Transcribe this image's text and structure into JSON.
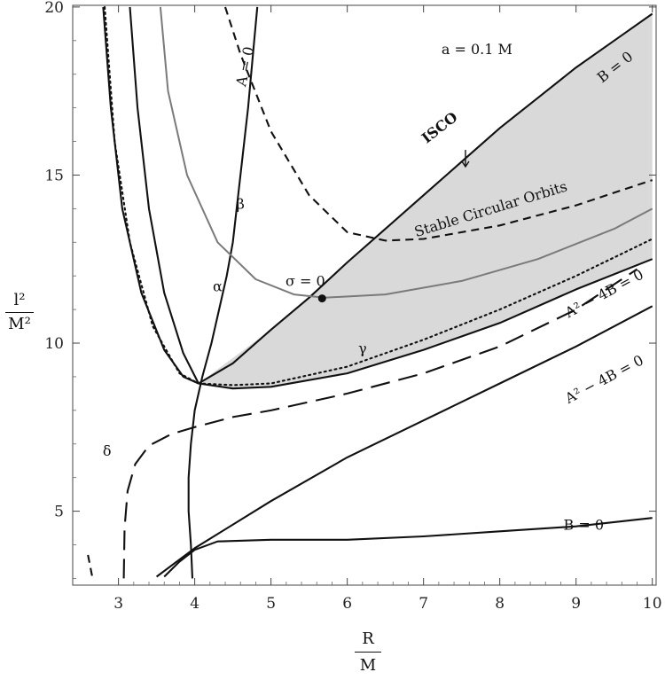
{
  "chart_data": {
    "type": "line",
    "title": "",
    "xlabel_num": "R",
    "xlabel_den": "M",
    "ylabel_num": "l²",
    "ylabel_den": "M²",
    "xlim": [
      2.4,
      10.05
    ],
    "ylim": [
      2.8,
      20.05
    ],
    "xticks": [
      3,
      4,
      5,
      6,
      7,
      8,
      9,
      10
    ],
    "yticks": [
      5,
      10,
      15,
      20
    ],
    "grid": false,
    "colors": {
      "black": "#111111",
      "gray": "#7a7a7a",
      "shade": "#d9d9d9"
    },
    "stable_region": {
      "label": "Stable Circular Orbits",
      "upper": [
        [
          4.05,
          8.8
        ],
        [
          5,
          10.4
        ],
        [
          6,
          12.4
        ],
        [
          7,
          14.4
        ],
        [
          8,
          16.4
        ],
        [
          9,
          18.2
        ],
        [
          10,
          19.8
        ]
      ],
      "lower": [
        [
          4.05,
          8.8
        ],
        [
          4.5,
          8.65
        ],
        [
          5,
          8.7
        ],
        [
          6,
          9.1
        ],
        [
          7,
          9.8
        ],
        [
          8,
          10.6
        ],
        [
          9,
          11.6
        ],
        [
          10,
          12.5
        ]
      ]
    },
    "series": [
      {
        "name": "B = 0",
        "style": "solid",
        "color": "#111111",
        "points": [
          [
            4.05,
            8.8
          ],
          [
            4.5,
            9.4
          ],
          [
            5,
            10.4
          ],
          [
            5.5,
            11.35
          ],
          [
            6,
            12.4
          ],
          [
            6.5,
            13.4
          ],
          [
            7,
            14.4
          ],
          [
            7.5,
            15.4
          ],
          [
            8,
            16.4
          ],
          [
            8.5,
            17.3
          ],
          [
            9,
            18.2
          ],
          [
            9.5,
            19.0
          ],
          [
            10,
            19.8
          ]
        ]
      },
      {
        "name": "B = 0",
        "style": "solid",
        "color": "#111111",
        "points": [
          [
            3.6,
            3.05
          ],
          [
            3.8,
            3.5
          ],
          [
            4.0,
            3.85
          ],
          [
            4.3,
            4.1
          ],
          [
            5,
            4.15
          ],
          [
            6,
            4.15
          ],
          [
            7,
            4.25
          ],
          [
            8,
            4.4
          ],
          [
            9,
            4.55
          ],
          [
            10,
            4.8
          ]
        ]
      },
      {
        "name": "A = 0",
        "style": "solid",
        "color": "#111111",
        "points": [
          [
            3.97,
            3.0
          ],
          [
            3.95,
            4.0
          ],
          [
            3.92,
            5.0
          ],
          [
            3.92,
            6.0
          ],
          [
            3.95,
            7.0
          ],
          [
            4.0,
            8.0
          ],
          [
            4.1,
            9.0
          ],
          [
            4.22,
            10.0
          ],
          [
            4.32,
            11.0
          ],
          [
            4.42,
            12.0
          ],
          [
            4.5,
            13.0
          ],
          [
            4.6,
            15.0
          ],
          [
            4.7,
            17.0
          ],
          [
            4.78,
            19.0
          ],
          [
            4.82,
            20.0
          ]
        ]
      },
      {
        "name": "A² − 4B = 0",
        "style": "solid",
        "color": "#111111",
        "points": [
          [
            4.05,
            8.8
          ],
          [
            4.5,
            8.65
          ],
          [
            5,
            8.7
          ],
          [
            6,
            9.1
          ],
          [
            7,
            9.8
          ],
          [
            8,
            10.6
          ],
          [
            9,
            11.6
          ],
          [
            10,
            12.5
          ]
        ]
      },
      {
        "name": "A² − 4B = 0",
        "style": "solid",
        "color": "#111111",
        "points": [
          [
            3.5,
            3.05
          ],
          [
            4,
            3.9
          ],
          [
            5,
            5.3
          ],
          [
            6,
            6.6
          ],
          [
            7,
            7.7
          ],
          [
            8,
            8.8
          ],
          [
            9,
            9.9
          ],
          [
            10,
            11.1
          ]
        ]
      },
      {
        "name": "",
        "style": "solid",
        "color": "#111111",
        "points": [
          [
            2.8,
            20
          ],
          [
            2.9,
            17
          ],
          [
            3.05,
            14
          ],
          [
            3.3,
            11.5
          ],
          [
            3.6,
            9.8
          ],
          [
            3.85,
            9.0
          ],
          [
            4.05,
            8.8
          ]
        ]
      },
      {
        "name": "",
        "style": "solid",
        "color": "#111111",
        "points": [
          [
            3.15,
            20
          ],
          [
            3.25,
            17
          ],
          [
            3.4,
            14
          ],
          [
            3.6,
            11.5
          ],
          [
            3.85,
            9.7
          ],
          [
            4.05,
            8.8
          ]
        ]
      },
      {
        "name": "",
        "style": "solid",
        "color": "#7a7a7a",
        "points": [
          [
            3.55,
            20
          ],
          [
            3.65,
            17.5
          ],
          [
            3.9,
            15
          ],
          [
            4.3,
            13
          ],
          [
            4.8,
            11.9
          ],
          [
            5.3,
            11.45
          ],
          [
            5.7,
            11.35
          ],
          [
            6.5,
            11.45
          ],
          [
            7.5,
            11.85
          ],
          [
            8.5,
            12.5
          ],
          [
            9.5,
            13.4
          ],
          [
            10,
            14.0
          ]
        ]
      },
      {
        "name": "",
        "style": "dashed",
        "color": "#111111",
        "points": [
          [
            4.4,
            20
          ],
          [
            4.6,
            18.6
          ],
          [
            5,
            16.3
          ],
          [
            5.5,
            14.4
          ],
          [
            6,
            13.3
          ],
          [
            6.5,
            13.05
          ],
          [
            7,
            13.1
          ],
          [
            8,
            13.5
          ],
          [
            9,
            14.1
          ],
          [
            10,
            14.85
          ]
        ]
      },
      {
        "name": "",
        "style": "dotted",
        "color": "#111111",
        "points": [
          [
            2.82,
            20
          ],
          [
            2.95,
            16
          ],
          [
            3.15,
            13
          ],
          [
            3.45,
            10.5
          ],
          [
            3.8,
            9.1
          ],
          [
            4.05,
            8.8
          ],
          [
            4.5,
            8.75
          ],
          [
            5,
            8.8
          ],
          [
            6,
            9.3
          ],
          [
            7,
            10.1
          ],
          [
            8,
            11.0
          ],
          [
            9,
            12.0
          ],
          [
            10,
            13.1
          ]
        ]
      },
      {
        "name": "",
        "style": "longdash",
        "color": "#111111",
        "points": [
          [
            3.07,
            3.0
          ],
          [
            3.08,
            4.5
          ],
          [
            3.12,
            5.6
          ],
          [
            3.22,
            6.4
          ],
          [
            3.4,
            6.95
          ],
          [
            3.7,
            7.3
          ],
          [
            4.0,
            7.5
          ],
          [
            4.5,
            7.8
          ],
          [
            5,
            8.0
          ],
          [
            6,
            8.5
          ],
          [
            7,
            9.1
          ],
          [
            8,
            9.9
          ],
          [
            9,
            11.0
          ],
          [
            9.8,
            12.2
          ]
        ]
      },
      {
        "name": "",
        "style": "dashed",
        "color": "#111111",
        "points": [
          [
            2.6,
            3.7
          ],
          [
            2.66,
            3.0
          ]
        ]
      }
    ],
    "isco_point": {
      "x": 5.67,
      "y": 11.33
    },
    "annotations": [
      {
        "text": "a = 0.1 M",
        "x": 7.7,
        "y": 18.6,
        "rotate": 0,
        "bold": false
      },
      {
        "text": "B = 0",
        "x": 9.55,
        "y": 18.1,
        "rotate": -38,
        "bold": false
      },
      {
        "text": "ISCO",
        "x": 7.25,
        "y": 16.3,
        "rotate": -38,
        "bold": true
      },
      {
        "text": "Stable Circular Orbits",
        "x": 7.9,
        "y": 13.85,
        "rotate": -17,
        "bold": false
      },
      {
        "text": "A² − 4B = 0",
        "x": 9.4,
        "y": 11.35,
        "rotate": -28,
        "bold": false
      },
      {
        "text": "A² − 4B = 0",
        "x": 9.4,
        "y": 8.8,
        "rotate": -28,
        "bold": false
      },
      {
        "text": "B = 0",
        "x": 9.1,
        "y": 4.45,
        "rotate": 0,
        "bold": false
      },
      {
        "text": "A = 0",
        "x": 4.72,
        "y": 18.2,
        "rotate": -78,
        "bold": false
      },
      {
        "text": "β",
        "x": 4.6,
        "y": 14.0,
        "rotate": 0,
        "bold": false
      },
      {
        "text": "α",
        "x": 4.3,
        "y": 11.55,
        "rotate": 0,
        "bold": false
      },
      {
        "text": "σ = 0",
        "x": 5.45,
        "y": 11.7,
        "rotate": 0,
        "bold": false
      },
      {
        "text": "γ",
        "x": 6.2,
        "y": 9.7,
        "rotate": 0,
        "bold": false
      },
      {
        "text": "δ",
        "x": 2.85,
        "y": 6.65,
        "rotate": 0,
        "bold": false
      }
    ]
  }
}
